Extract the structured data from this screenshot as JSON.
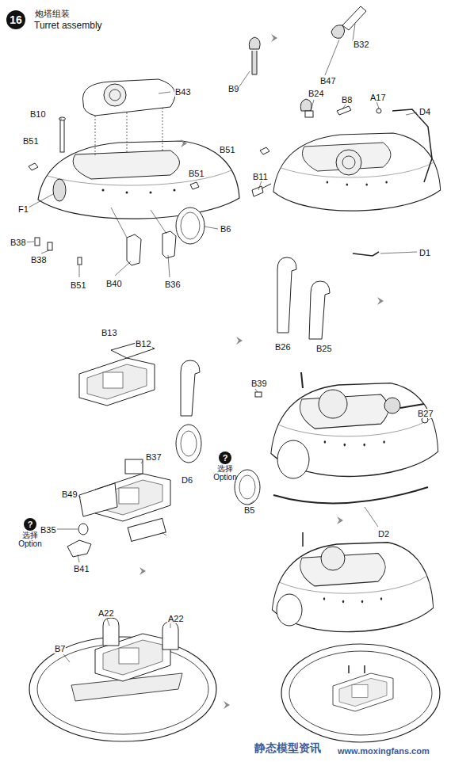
{
  "diagram": {
    "title": "Turret assembly",
    "nodes": [
      {
        "text": [
          "16"
        ]
      },
      {
        "text": [
          "?",
          "选择 Option"
        ]
      },
      {
        "text": [
          "?",
          "选择 Option"
        ]
      }
    ],
    "labels": [
      "炮塔组装",
      "B43",
      "B10",
      "B51",
      "F1",
      "B51",
      "B6",
      "B38",
      "B38",
      "B51",
      "B40",
      "B36",
      "B9",
      "B47",
      "B32",
      "B24",
      "B8",
      "A17",
      "D4",
      "B51",
      "B11",
      "D1",
      "B26",
      "B25",
      "B13",
      "B12",
      "D6",
      "B37",
      "B49",
      "B35",
      "B41",
      "B39",
      "B5",
      "B27",
      "D2",
      "A22",
      "A22",
      "B7",
      "静态模型资讯",
      "www.moxingfans.com"
    ]
  }
}
